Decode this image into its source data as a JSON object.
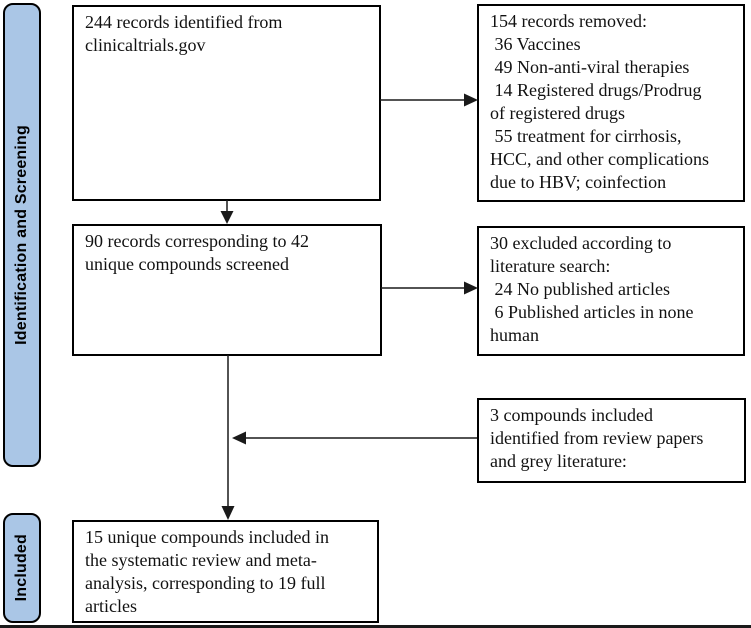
{
  "stages": {
    "identification_screening": "Identification and Screening",
    "included": "Included"
  },
  "boxes": {
    "records_identified": "244 records identified from\nclinicaltrials.gov",
    "records_removed": "154 records removed:\n 36 Vaccines\n 49 Non-anti-viral therapies\n 14 Registered drugs/Prodrug\nof registered drugs\n 55 treatment for cirrhosis,\nHCC, and other complications\ndue to HBV; coinfection",
    "records_screened": "90 records corresponding to 42\nunique compounds screened",
    "records_excluded": "30 excluded according to\nliterature search:\n 24 No published articles\n 6 Published articles in none\nhuman",
    "compounds_added": "3 compounds included\nidentified from review papers\nand grey literature:",
    "final_included": "15 unique compounds included in\nthe systematic review and meta-\nanalysis, corresponding to 19 full\narticles"
  },
  "colors": {
    "stage_fill": "#aac6e6",
    "line": "#1a1a1a",
    "border": "#000000",
    "background": "#ffffff"
  }
}
